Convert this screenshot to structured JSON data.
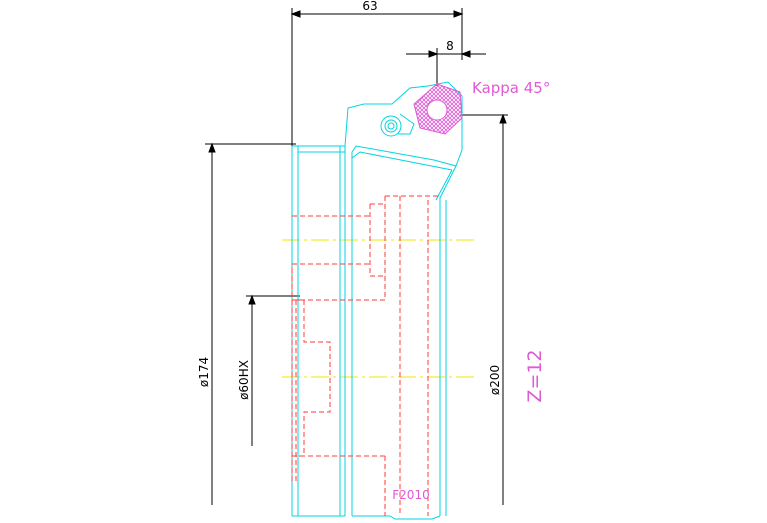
{
  "drawing": {
    "dimensions": {
      "width_63": "63",
      "width_8": "8",
      "dia_174": "ø174",
      "dia_60hx": "ø60HX",
      "dia_200": "ø200"
    },
    "labels": {
      "kappa": "Kappa 45°",
      "teeth": "Z=12",
      "part_code": "F2010"
    },
    "colors": {
      "outline": "#00d5e0",
      "hidden": "#ff3b3b",
      "dimension": "#000000",
      "annotation": "#e05ad6",
      "centerline": "#f2e600"
    }
  }
}
